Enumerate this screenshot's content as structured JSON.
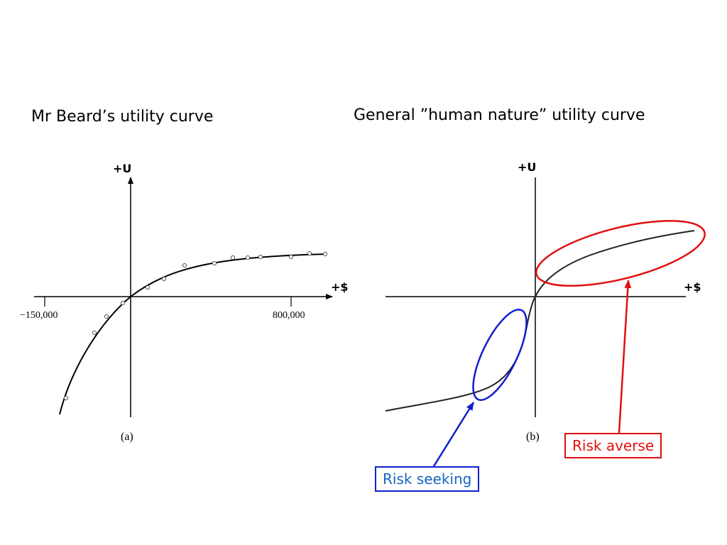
{
  "titles": {
    "left": "Mr Beard’s utility curve",
    "right": "General ”human nature” utility curve"
  },
  "panel_a": {
    "y_axis_label": "+U",
    "x_axis_label": "+$",
    "x_tick_left": "−150,000",
    "x_tick_right": "800,000",
    "panel_label": "(a)"
  },
  "panel_b": {
    "y_axis_label": "+U",
    "x_axis_label": "+$",
    "panel_label": "(b)"
  },
  "callouts": {
    "risk_averse": "Risk averse",
    "risk_seeking": "Risk seeking"
  },
  "colors": {
    "risk_averse": "#e01010",
    "risk_seeking": "#1020cc",
    "risk_averse_text": "#e01010",
    "risk_seeking_text": "#1565c0"
  }
}
